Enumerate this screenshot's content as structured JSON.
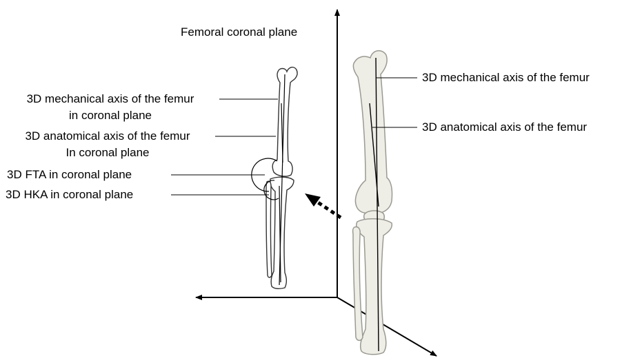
{
  "plane_title": "Femoral coronal plane",
  "left_labels": {
    "mech_axis_l1": "3D mechanical axis  of the femur",
    "mech_axis_l2": "in coronal plane",
    "anat_axis_l1": "3D anatomical axis of the femur",
    "anat_axis_l2": "In coronal plane",
    "fta": "3D FTA in coronal plane",
    "hka": "3D HKA in coronal plane"
  },
  "right_labels": {
    "mech_axis": "3D mechanical axis  of the femur",
    "anat_axis": "3D anatomical axis of the femur"
  },
  "colors": {
    "line": "#000000",
    "bone_fill": "#eeede6",
    "bone_stroke": "#9a9a92",
    "outline": "#333333"
  }
}
